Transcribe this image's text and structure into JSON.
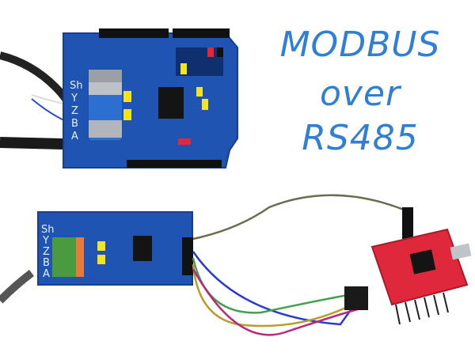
{
  "title": {
    "line1": "MODBUS",
    "line2": "over",
    "line3": "RS485"
  },
  "colors": {
    "title": "#2f7fd6",
    "pcb_blue": "#1f54b3",
    "usb_adapter_red": "#e0283c",
    "jumper_yellow": "#f2e51b",
    "terminal_green": "#4a9a3f"
  },
  "shield_pin_labels": [
    "Sh",
    "Y",
    "Z",
    "B",
    "A"
  ],
  "module_pin_labels": [
    "Sh",
    "Y",
    "Z",
    "B",
    "A"
  ]
}
